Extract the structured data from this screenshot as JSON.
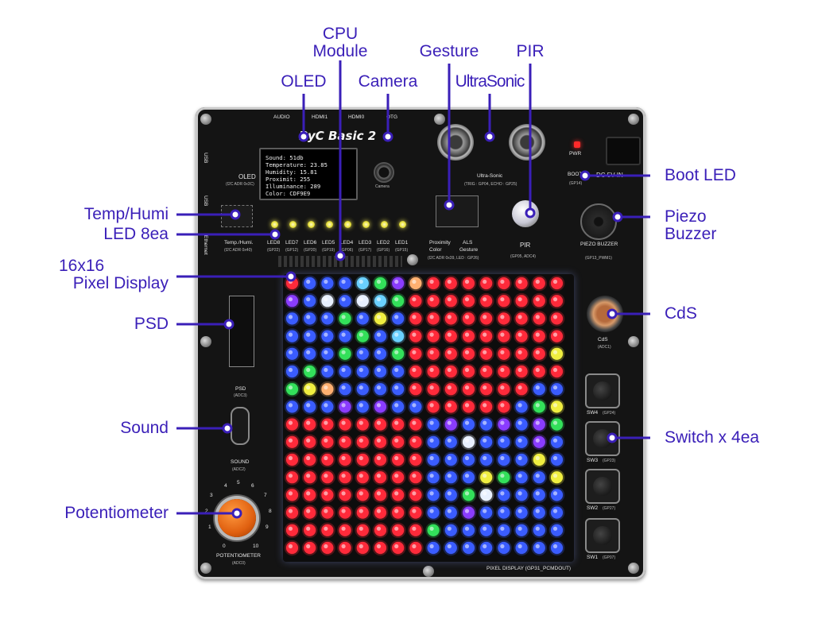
{
  "callouts": {
    "cpu_module": [
      "CPU",
      "Module"
    ],
    "oled": "OLED",
    "camera": "Camera",
    "gesture": "Gesture",
    "pir": "PIR",
    "ultrasonic": "UltraSonic",
    "boot_led": "Boot LED",
    "piezo": [
      "Piezo",
      "Buzzer"
    ],
    "temp_humi": "Temp/Humi",
    "led_8ea": "LED 8ea",
    "pixel_display": [
      "16x16",
      "Pixel Display"
    ],
    "psd": "PSD",
    "cds": "CdS",
    "sound": "Sound",
    "switch": "Switch x 4ea",
    "potentiometer": "Potentiometer"
  },
  "board": {
    "title": "PyC Basic 2",
    "oled_lines": [
      "Sound: 51db",
      "Temperature: 23.85",
      "Humidity: 15.81",
      "Proximit: 255",
      "Illuminance: 289",
      "Color: CDF9E9"
    ],
    "silk": {
      "audio": "AUDIO",
      "hdmi1": "HDMI1",
      "hdmi0": "HDMI0",
      "otg": "OTG",
      "usb_top": "USB",
      "usb_mid": "USB",
      "ethernet": "Ethernet",
      "oled_label": "OLED",
      "oled_addr": "(I2C ADR 0x3C)",
      "camera_label": "Camera",
      "temp_label": "Temp./Humi.",
      "temp_addr": "(I2C ADR 0x40)",
      "ultrasonic_label": "Ultra-Sonic",
      "ultrasonic_pins": "(TRIG : GP04, ECHO : GP25)",
      "proximity": "Proximity",
      "color": "Color",
      "als": "ALS",
      "gesture": "Gesture",
      "gesture_addr": "(I2C ADR 0x39, LED : GP26)",
      "pir_label": "PIR",
      "pir_pins": "(GP05, ADC4)",
      "pwr": "PWR",
      "boot": "BOOT",
      "boot_gp": "(GP14)",
      "dc_in": "DC 5V IN",
      "piezo_label": "PIEZO BUZZER",
      "piezo_gp": "(GP13_PWM1)",
      "cds_label": "CdS",
      "cds_adc": "(ADC1)",
      "psd_label": "PSD",
      "psd_adc": "(ADC3)",
      "sound_label": "SOUND",
      "sound_adc": "(ADC2)",
      "pot_label": "POTENTIOMETER",
      "pot_adc": "(ADC0)",
      "pixel_label": "PIXEL DISPLAY (GP31_PCMDOUT)",
      "sw4": "SW4",
      "sw4_gp": "(GP24)",
      "sw3": "SW3",
      "sw3_gp": "(GP23)",
      "sw2": "SW2",
      "sw2_gp": "(GP27)",
      "sw1": "SW1",
      "sw1_gp": "(GP07)",
      "dial_0": "0",
      "dial_1": "1",
      "dial_2": "2",
      "dial_3": "3",
      "dial_4": "4",
      "dial_5": "5",
      "dial_6": "6",
      "dial_7": "7",
      "dial_8": "8",
      "dial_9": "9",
      "dial_10": "10"
    },
    "leds": [
      {
        "name": "LED8",
        "gp": "(GP22)"
      },
      {
        "name": "LED7",
        "gp": "(GP12)"
      },
      {
        "name": "LED6",
        "gp": "(GP20)"
      },
      {
        "name": "LED5",
        "gp": "(GP19)"
      },
      {
        "name": "LED4",
        "gp": "(GP06)"
      },
      {
        "name": "LED3",
        "gp": "(GP17)"
      },
      {
        "name": "LED2",
        "gp": "(GP16)"
      },
      {
        "name": "LED1",
        "gp": "(GP15)"
      }
    ]
  },
  "colors": {
    "callout": "#3a1fb8",
    "board": "#141414",
    "led_red": "#ff2a3a",
    "led_blue": "#3a5cff",
    "led_purple": "#8a3cff",
    "led_green": "#33e05a",
    "led_yellow": "#f0ee40",
    "led_white": "#e8f0ff",
    "led_orange": "#ffb070",
    "led_cyan": "#6ad0ff"
  },
  "pixel_rows": [
    "RBBBCGPORRRRRRRR",
    "PBWBWCGRRRRRRRRR",
    "BBBGBYBRRRRRRRRR",
    "BBBBGBCRRRRRRRRR",
    "BBBGBBGRRRRRRRRY",
    "BGBBBBBRRRRRRRRR",
    "GYOBBBBRRRRRRRBB",
    "BBBPBPBBRRRRRBGY",
    "RRRRRRRRBPBBPBPG",
    "RRRRRRRRBBWBBBPB",
    "RRRRRRRRBBBBBBYB",
    "RRRRRRRRBBBYGBBY",
    "RRRRRRRRBBGWBBBB",
    "RRRRRRRRBBPBBBBB",
    "RRRRRRRRGBBBBBBB",
    "RRRRRRRRBBBBBBBB"
  ]
}
